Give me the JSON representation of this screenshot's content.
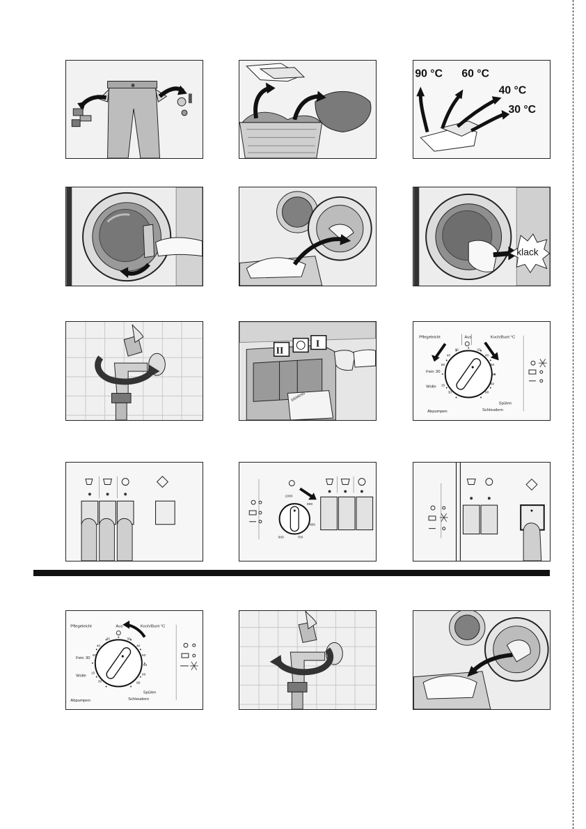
{
  "temperatures": [
    "90 °C",
    "60 °C",
    "40 °C",
    "30 °C"
  ],
  "klack": "klack",
  "detergent_compartments": [
    "II",
    "I"
  ],
  "dial": {
    "programmes": [
      "Pflegeleicht",
      "Aus",
      "Koch/Bunt °C",
      "Fein",
      "Wolle",
      "Spülen",
      "Abpumpen",
      "Schleudern"
    ],
    "temps_left": [
      "30",
      "40",
      "60",
      "40",
      "30",
      "15",
      "30"
    ],
    "temps_right": [
      "20",
      "40",
      "60",
      "90",
      "60",
      "90"
    ],
    "fein_temp": "30",
    "brand": "SIEMENS"
  },
  "spin_dial": {
    "speeds": [
      "1000",
      "900",
      "800",
      "700",
      "600"
    ]
  }
}
